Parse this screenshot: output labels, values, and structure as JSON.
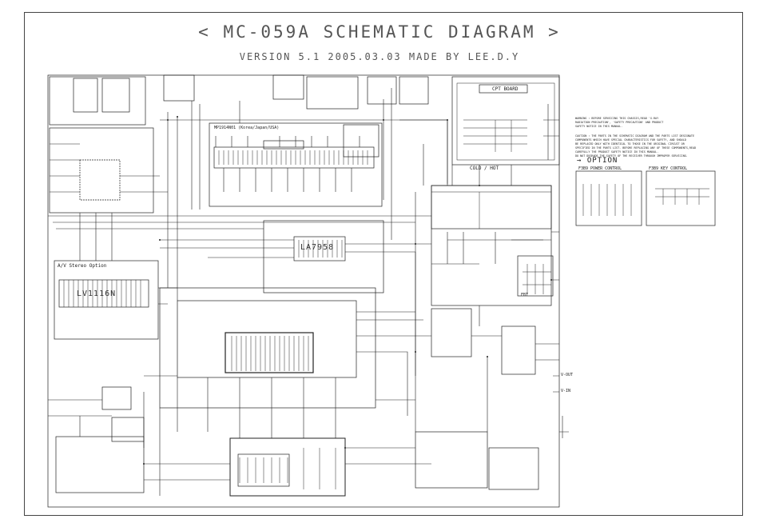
{
  "title": "<  MC-059A SCHEMATIC DIAGRAM  >",
  "subtitle": "VERSION 5.1 2005.03.03 MADE BY LEE.D.Y",
  "blocks": {
    "cpt_board": "CPT BOARD",
    "cold_hot": "COLD / HOT",
    "av_stereo_option": "A/V Stereo Option",
    "micom_label": "MP1914N01 (Korea/Japan/USA)",
    "ic_la7958": "LA7958",
    "ic_lv1116n": "LV1116N",
    "fbt": "FBT",
    "option_heading": "→ OPTION",
    "option_power": "F3B9 POWER CONTROL",
    "option_key": "F3B9 KEY CONTROL"
  },
  "notes": [
    "WARNING : BEFORE SERVICING THIS CHASSIS,READ 'X-RAY",
    "RADIATION PRECAUTION', 'SAFETY PRECAUTION' AND PRODUCT",
    "SAFETY NOTICE IN THIS MANUAL.",
    "CAUTION : THE PARTS IN THE SCHEMATIC DIAGRAM AND THE PARTS LIST DESIGNATE",
    "COMPONENTS WHICH HAVE SPECIAL CHARACTERISTICS FOR SAFETY, AND SHOULD",
    "BE REPLACED ONLY WITH IDENTICAL TO THOSE IN THE ORIGINAL CIRCUIT OR",
    "SPECIFIED IN THE PARTS LIST. BEFORE REPLACING ANY OF THESE COMPONENTS,READ",
    "CAREFULLY THE PRODUCT SAFETY NOTICE IN THIS MANUAL.",
    "DO NOT DEGRADE THE SAFETY OF THE RECEIVER THROUGH IMPROPER SERVICING."
  ],
  "av_jacks": [
    "V-OUT",
    "V-IN"
  ]
}
